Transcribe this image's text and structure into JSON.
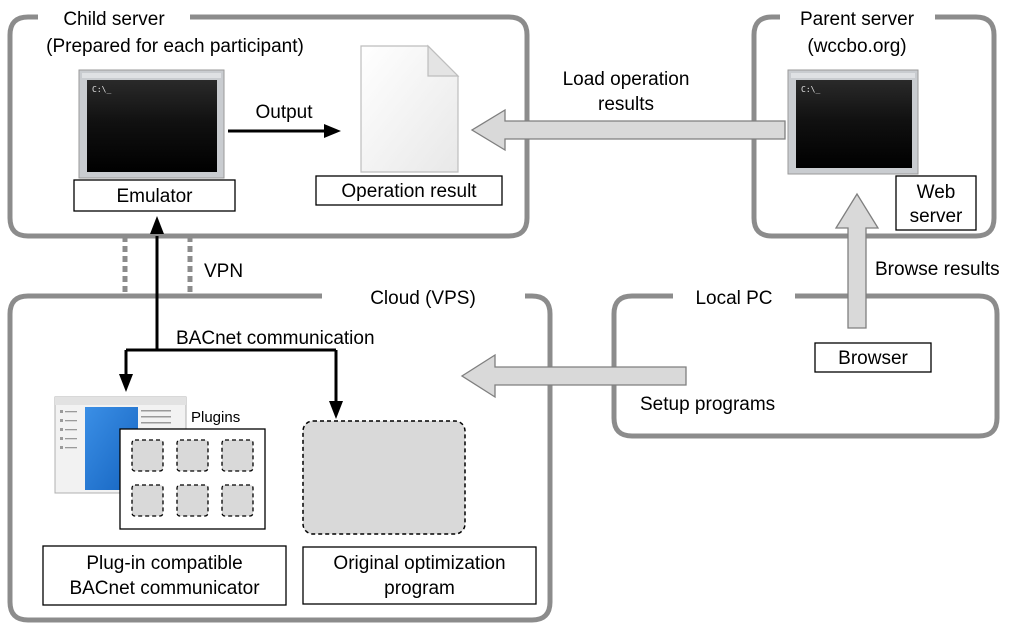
{
  "child_server": {
    "title": "Child server",
    "subtitle": "(Prepared for each participant)",
    "emulator_label": "Emulator",
    "output_label": "Output",
    "operation_result_label": "Operation result",
    "terminal_prompt": "C:\\_"
  },
  "parent_server": {
    "title": "Parent server",
    "subtitle": "(wccbo.org)",
    "web_server_line1": "Web",
    "web_server_line2": "server",
    "terminal_prompt": "C:\\_"
  },
  "flows": {
    "load_results_line1": "Load operation",
    "load_results_line2": "results",
    "vpn_label": "VPN",
    "browse_results_label": "Browse results",
    "setup_programs_label": "Setup programs",
    "bacnet_label": "BACnet communication"
  },
  "cloud": {
    "title": "Cloud (VPS)",
    "plugins_label": "Plugins",
    "communicator_line1": "Plug-in compatible",
    "communicator_line2": "BACnet communicator",
    "optimizer_line1": "Original optimization",
    "optimizer_line2": "program"
  },
  "local_pc": {
    "title": "Local PC",
    "browser_label": "Browser"
  },
  "colors": {
    "frame": "#8c8c8c",
    "gray_arrow": "#d9d9d9",
    "window_blue": "#1e78d7",
    "terminal": "#0a0a0a"
  }
}
